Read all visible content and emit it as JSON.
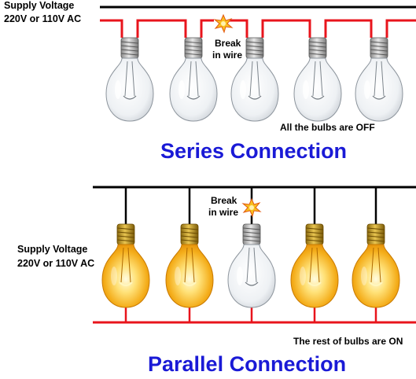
{
  "series": {
    "supply_line1": "Supply Voltage",
    "supply_line2": "220V or 110V AC",
    "break_line1": "Break",
    "break_line2": "in wire",
    "note": "All the bulbs are OFF",
    "title": "Series Connection"
  },
  "parallel": {
    "supply_line1": "Supply Voltage",
    "supply_line2": "220V or 110V AC",
    "break_line1": "Break",
    "break_line2": "in wire",
    "note": "The rest of bulbs are ON",
    "title": "Parallel Connection"
  },
  "colors": {
    "neutral_wire": "#000000",
    "live_wire": "#e8141c",
    "title": "#1a1ad6",
    "bulb_on": "#f7b81c",
    "bulb_off": "#eef0f2"
  },
  "icons": {
    "break": "spark-icon"
  }
}
